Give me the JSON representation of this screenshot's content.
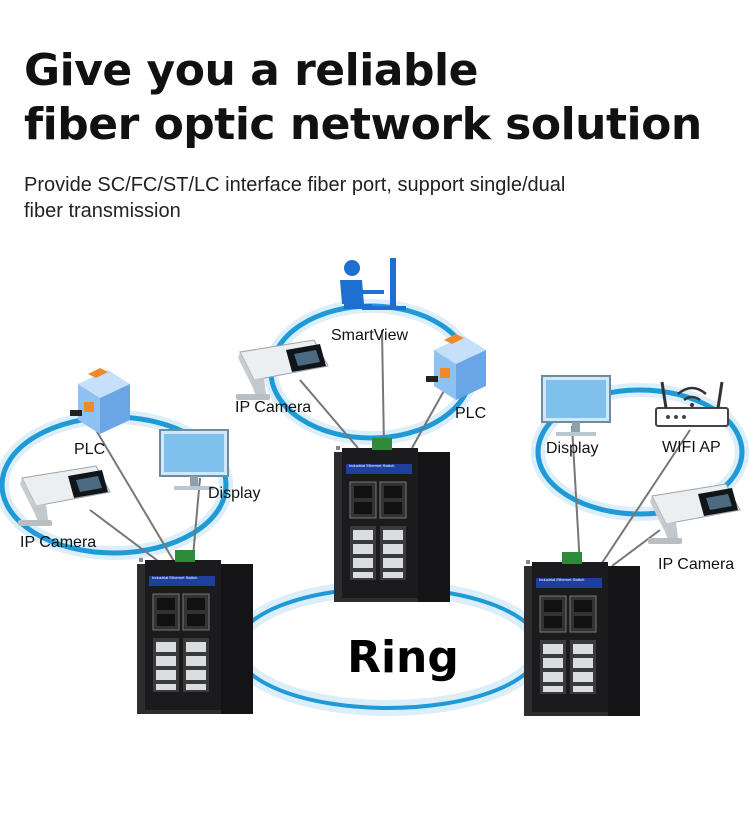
{
  "heading": {
    "line1": "Give you a reliable",
    "line2": "fiber optic network solution"
  },
  "subheading": {
    "line1": "Provide SC/FC/ST/LC interface fiber port, support single/dual",
    "line2": "fiber transmission"
  },
  "ring": {
    "label": "Ring"
  },
  "left_group": {
    "plc": "PLC",
    "display": "Display",
    "ip_camera": "IP Camera"
  },
  "center_group": {
    "smartview": "SmartView",
    "ip_camera": "IP Camera",
    "plc": "PLC"
  },
  "right_group": {
    "display": "Display",
    "wifi_ap": "WIFI AP",
    "ip_camera": "IP Camera"
  },
  "switch_label": "Industrial Ethernet Switch",
  "colors": {
    "ring_blue": "#1e9ad6",
    "ring_glow": "#dceef9",
    "switch_body": "#1b1b1d",
    "terminal_green": "#2e8b3a",
    "plc_blue": "#8fc1f2",
    "plc_orange": "#ef8a2a"
  }
}
